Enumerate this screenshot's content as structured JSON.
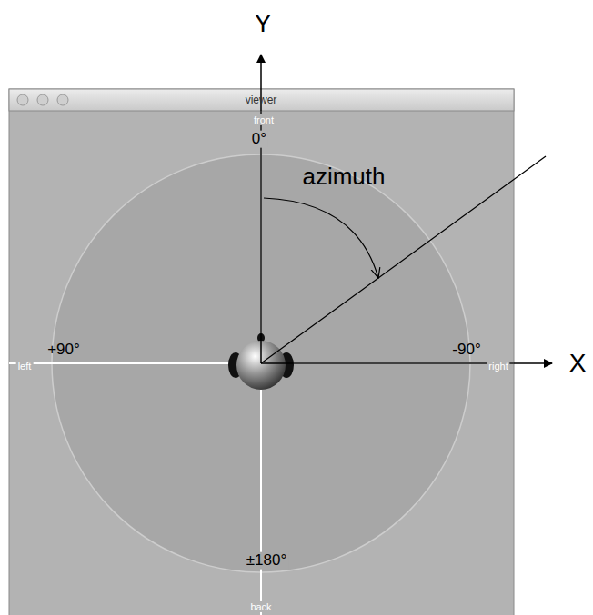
{
  "diagram": {
    "labels": [
      "Y",
      "X",
      "viewer",
      "front",
      "0°",
      "azimuth",
      "+90°",
      "-90°",
      "left",
      "right",
      "±180°",
      "back"
    ]
  }
}
